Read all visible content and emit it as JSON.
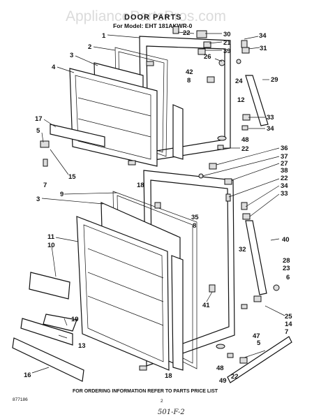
{
  "watermark": "AppliancePartsPros.com",
  "header": {
    "title": "DOOR PARTS",
    "model_line": "For Model: EHT 181AKWR-0"
  },
  "footer": {
    "ordering_note": "FOR ORDERING INFORMATION REFER TO PARTS PRICE LIST",
    "code": "877186",
    "page": "2",
    "handwritten": "501-F-2"
  },
  "callouts": [
    "1",
    "2",
    "3",
    "4",
    "5",
    "7",
    "15",
    "17",
    "22",
    "30",
    "21",
    "34",
    "31",
    "39",
    "26",
    "42",
    "8",
    "24",
    "29",
    "12",
    "33",
    "34",
    "48",
    "22",
    "36",
    "37",
    "27",
    "38",
    "22",
    "34",
    "33",
    "18",
    "9",
    "3",
    "35",
    "8",
    "11",
    "10",
    "32",
    "40",
    "28",
    "23",
    "6",
    "41",
    "25",
    "14",
    "7",
    "5",
    "47",
    "19",
    "13",
    "16",
    "18",
    "48",
    "22",
    "49"
  ]
}
